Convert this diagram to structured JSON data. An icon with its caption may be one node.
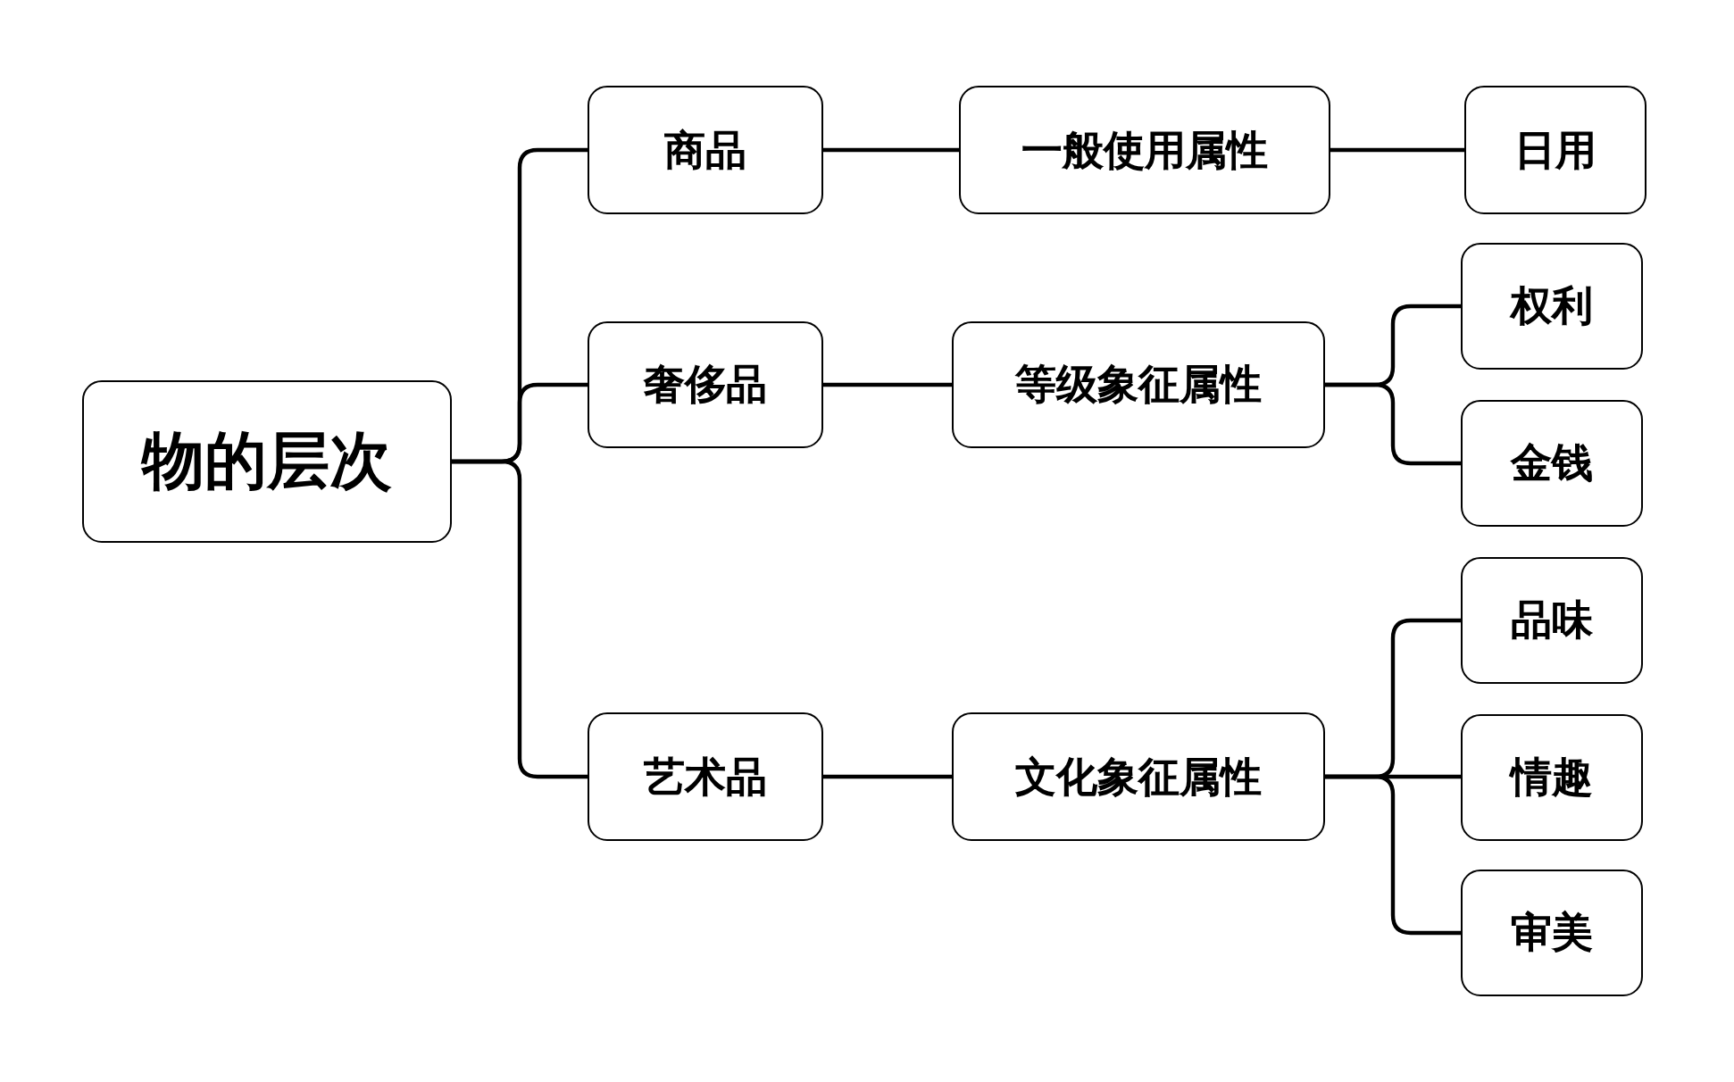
{
  "diagram": {
    "nodes": [
      {
        "text": [
          "物的层次"
        ]
      },
      {
        "text": [
          "商品"
        ]
      },
      {
        "text": [
          "奢侈品"
        ]
      },
      {
        "text": [
          "艺术品"
        ]
      },
      {
        "text": [
          "一般使用属性"
        ]
      },
      {
        "text": [
          "等级象征属性"
        ]
      },
      {
        "text": [
          "文化象征属性"
        ]
      },
      {
        "text": [
          "日用"
        ]
      },
      {
        "text": [
          "权利"
        ]
      },
      {
        "text": [
          "金钱"
        ]
      },
      {
        "text": [
          "品味"
        ]
      },
      {
        "text": [
          "情趣"
        ]
      },
      {
        "text": [
          "审美"
        ]
      }
    ],
    "edges": [
      {
        "from": 0,
        "to": 1,
        "arrow": "none"
      },
      {
        "from": 0,
        "to": 2,
        "arrow": "none"
      },
      {
        "from": 0,
        "to": 3,
        "arrow": "none"
      },
      {
        "from": 1,
        "to": 4,
        "arrow": "none"
      },
      {
        "from": 2,
        "to": 5,
        "arrow": "none"
      },
      {
        "from": 3,
        "to": 6,
        "arrow": "none"
      },
      {
        "from": 4,
        "to": 7,
        "arrow": "none"
      },
      {
        "from": 5,
        "to": 8,
        "arrow": "none"
      },
      {
        "from": 5,
        "to": 9,
        "arrow": "none"
      },
      {
        "from": 6,
        "to": 10,
        "arrow": "none"
      },
      {
        "from": 6,
        "to": 11,
        "arrow": "none"
      },
      {
        "from": 6,
        "to": 12,
        "arrow": "none"
      }
    ]
  }
}
